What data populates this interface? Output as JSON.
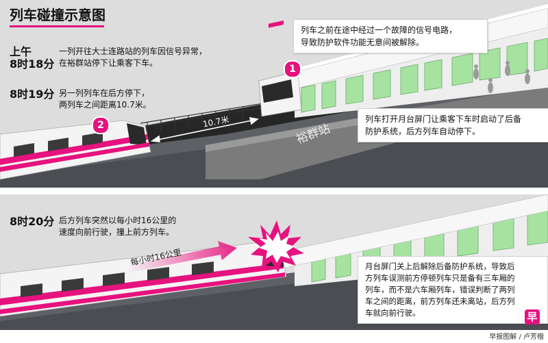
{
  "title": "列车碰撞示意图",
  "events": [
    {
      "time_line1": "上午",
      "time_line2": "8时18分",
      "text_line1": "一列开往大士连路站的列车因信号异常，",
      "text_line2": "在裕群站停下让乘客下车。"
    },
    {
      "time": "8时19分",
      "text_line1": "另一列列车在后方停下，",
      "text_line2": "两列车之间距离10.7米。"
    },
    {
      "time": "8时20分",
      "text_line1": "后方列车突然以每小时16公里的",
      "text_line2": "速度向前行驶，撞上前方列车。"
    }
  ],
  "callouts": {
    "signal": {
      "line1": "列车之前在途中经过一个故障的信号电路，",
      "line2": "导致防护软件功能无意间被解除。"
    },
    "backup": {
      "line1": "列车打开月台屏门让乘客下车时启动了后备",
      "line2": "防护系统，后方列车自动停下。"
    },
    "collision": {
      "line1": "月台屏门关上后解除后备防护系统，导致后",
      "line2": "方列车误测前方停顿列车只是备有三车厢的",
      "line3": "列车，而不是六车厢列车，错误判断了两列",
      "line4": "车之间的距离，前方列车还未离站，后方列",
      "line5": "车就向前行驶。"
    }
  },
  "markers": {
    "one": "1",
    "two": "2"
  },
  "labels": {
    "distance": "10.7米",
    "station": "裕群站",
    "speed": "每小时16公里",
    "logo": "早"
  },
  "credit": "早报图解 / 卢芳楷",
  "colors": {
    "accent": "#e6127e",
    "screen_door": "#a6e3a1",
    "train_body": "#f4f4f4",
    "track": "#2a2a2a",
    "platform": "#7d7d7d",
    "viaduct": "#5f6266"
  }
}
